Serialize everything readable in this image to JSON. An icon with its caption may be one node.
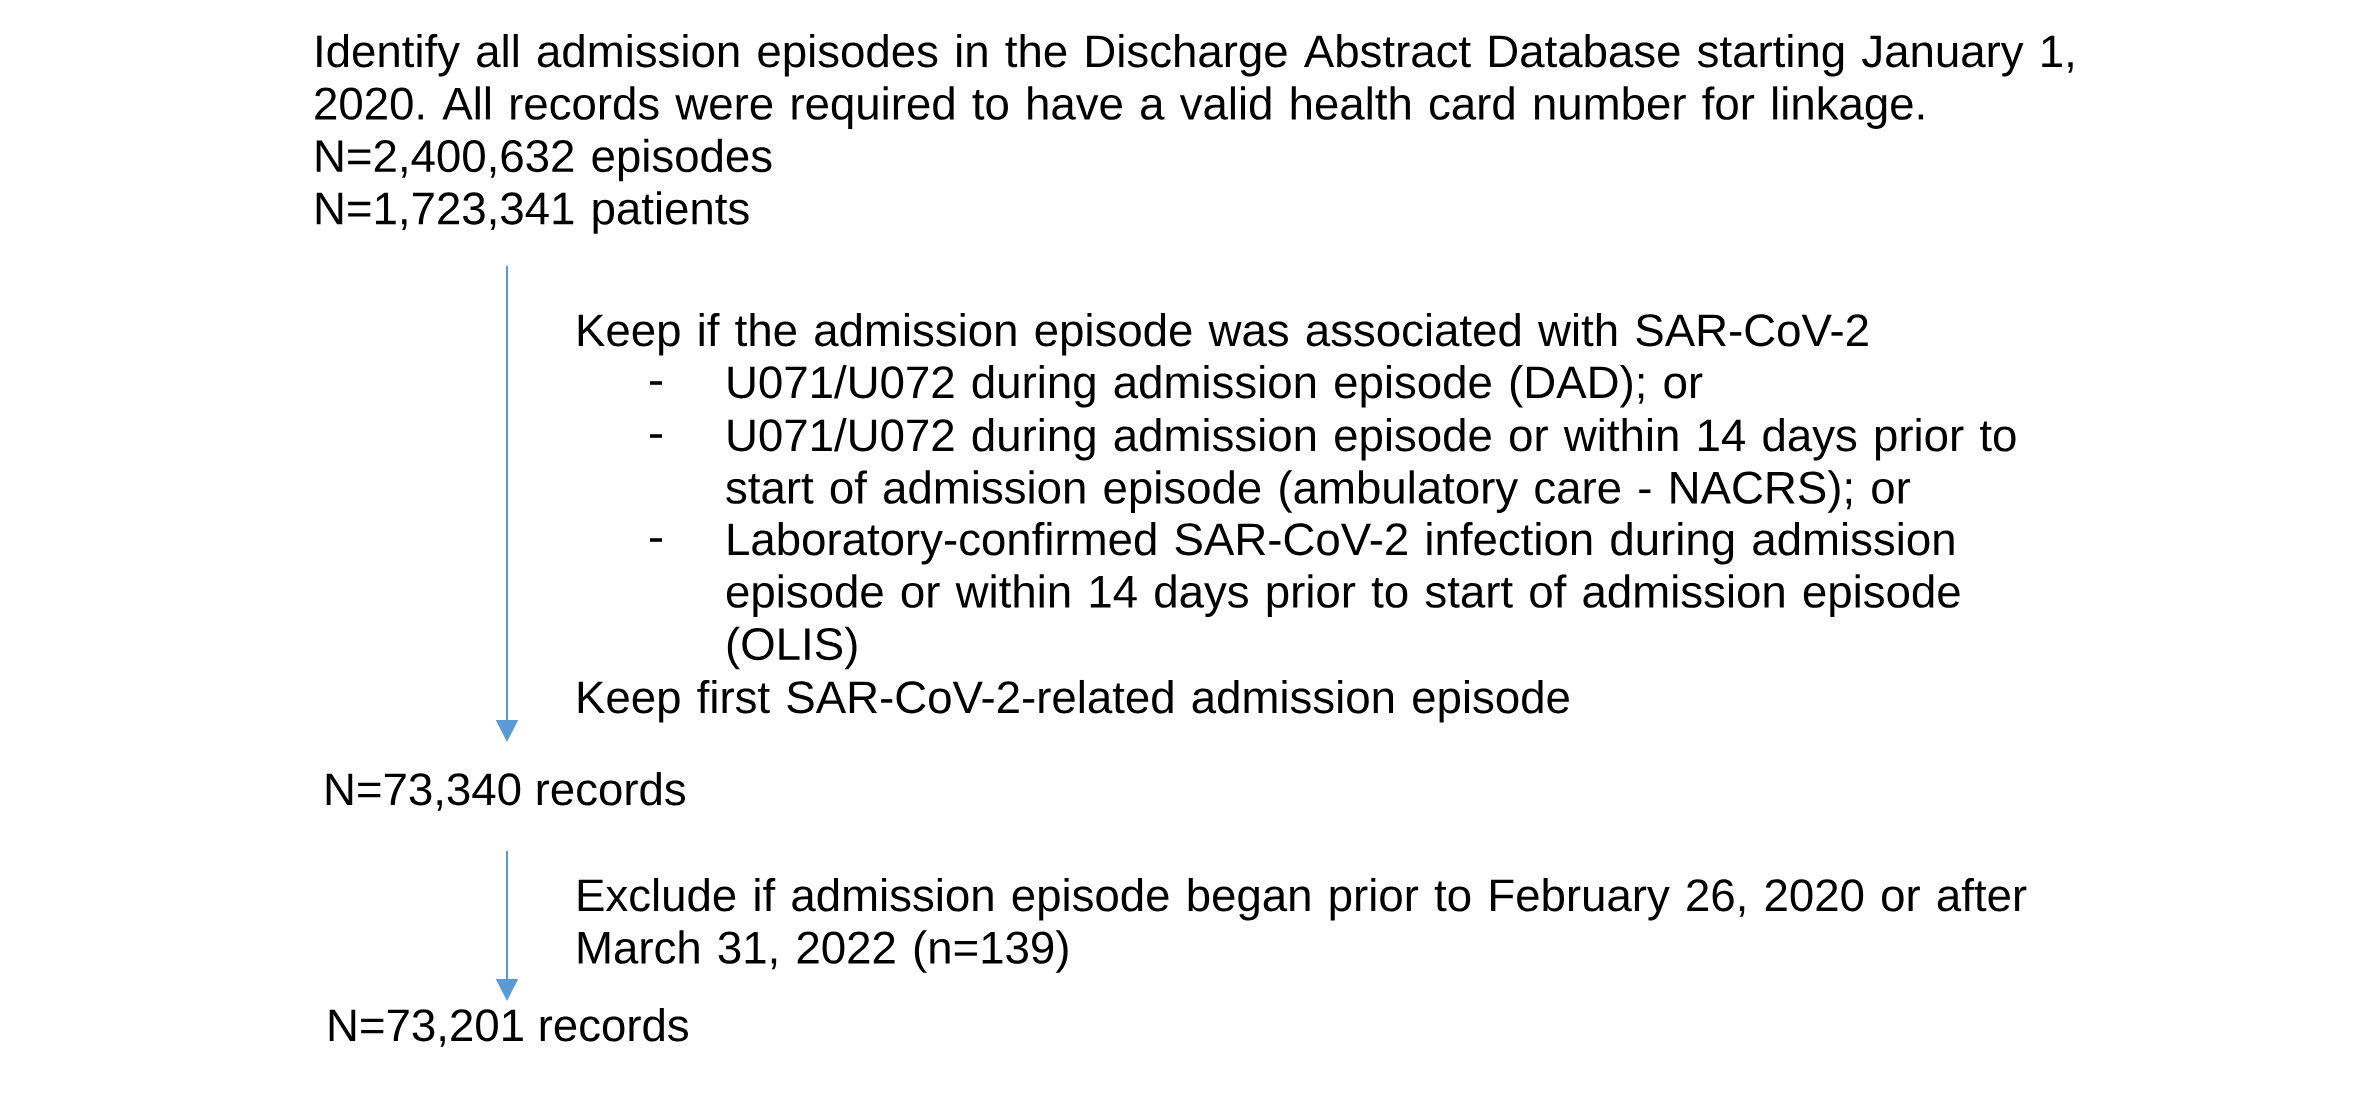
{
  "diagram": {
    "nodes": [
      {
        "text": [
          "Identify all admission episodes in the Discharge Abstract Database starting January 1, 2020. All records were required to have a valid health card number for linkage.",
          "N=2,400,632 episodes",
          "N=1,723,341 patients"
        ]
      },
      {
        "text": [
          "N=73,340 records"
        ]
      },
      {
        "text": [
          "N=73,201 records"
        ]
      }
    ],
    "edges": [
      {
        "from": 0,
        "to": 1,
        "arrow": "to"
      },
      {
        "from": 1,
        "to": 2,
        "arrow": "to"
      }
    ],
    "labels": [
      "Keep if the admission episode was associated with SAR-CoV-2",
      "U071/U072 during admission episode (DAD); or",
      "U071/U072 during admission episode or within 14 days prior to start of admission episode (ambulatory care - NACRS); or",
      "Laboratory-confirmed SAR-CoV-2 infection during admission episode or within 14 days prior to start of admission episode (OLIS)",
      "Keep first SAR-CoV-2-related admission episode",
      "Exclude if admission episode began prior to February 26, 2020 or after March 31, 2022 (n=139)"
    ]
  }
}
